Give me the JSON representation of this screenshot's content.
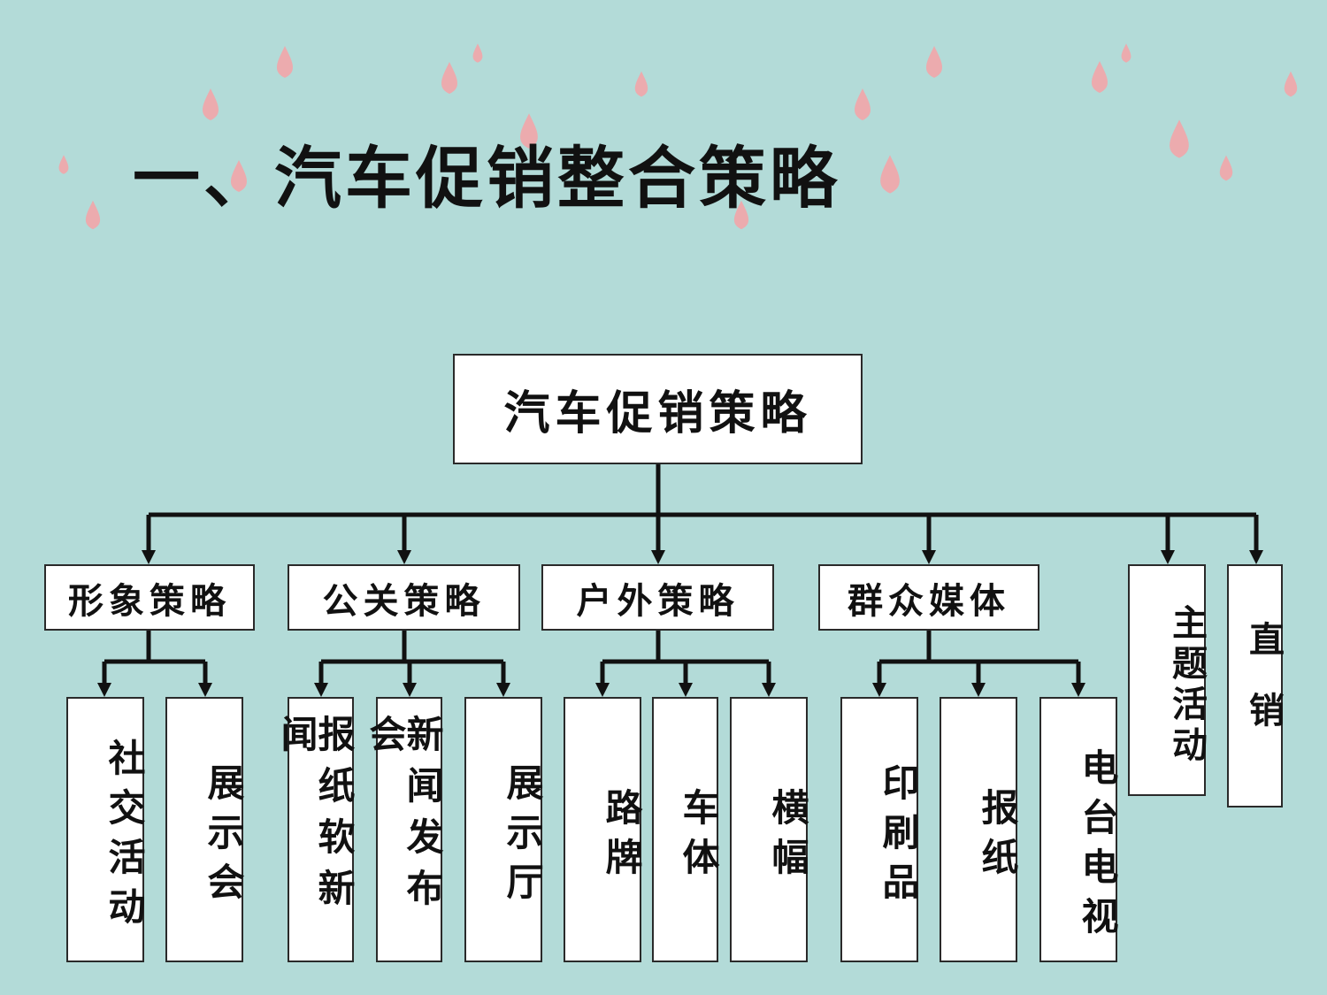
{
  "title": "一、汽车促销整合策略",
  "root": "汽车促销策略",
  "categories": [
    {
      "name": "形象策略",
      "children": [
        "社交活动",
        "展示会"
      ]
    },
    {
      "name": "公关策略",
      "children": [
        "报纸软新闻",
        "新闻发布会",
        "展示厅"
      ]
    },
    {
      "name": "户外策略",
      "children": [
        "路牌",
        "车体",
        "横幅"
      ]
    },
    {
      "name": "群众媒体",
      "children": [
        "印刷品",
        "报纸",
        "电台电视"
      ]
    },
    {
      "name": "主题活动",
      "children": []
    },
    {
      "name": "直销",
      "children": []
    }
  ],
  "colors": {
    "background": "#b3dbd8",
    "raindrop": "#f2a5aa",
    "line": "#111111",
    "box": "#ffffff"
  }
}
